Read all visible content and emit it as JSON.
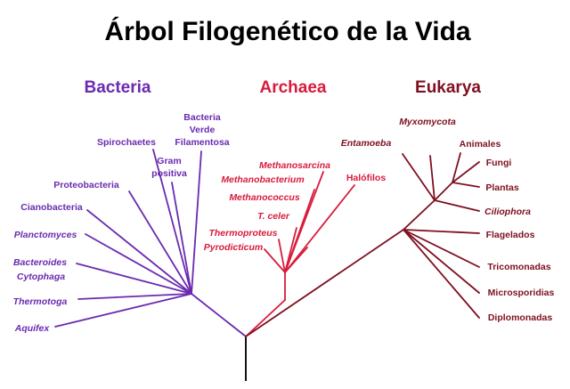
{
  "title": "Árbol Filogenético de la Vida",
  "colors": {
    "bacteria": "#6a2bb0",
    "archaea": "#d81b3c",
    "eukarya": "#7f1020",
    "trunk": "#111111"
  },
  "domains": {
    "bacteria": "Bacteria",
    "archaea": "Archaea",
    "eukarya": "Eukarya"
  },
  "bacteria": {
    "bacteria_verde_1": "Bacteria",
    "bacteria_verde_2": "Verde",
    "bacteria_verde_3": "Filamentosa",
    "spirochaetes": "Spirochaetes",
    "gram_positiva_1": "Gram",
    "gram_positiva_2": "positiva",
    "proteobacteria": "Proteobacteria",
    "cianobacteria": "Cianobacteria",
    "planctomyces": "Planctomyces",
    "bacteroides": "Bacteroides",
    "cytophaga": "Cytophaga",
    "thermotoga": "Thermotoga",
    "aquifex": "Aquifex"
  },
  "archaea": {
    "methanosarcina": "Methanosarcina",
    "methanobacterium": "Methanobacterium",
    "methanococcus": "Methanococcus",
    "t_celer": "T. celer",
    "thermoproteus": "Thermoproteus",
    "pyrodicticum": "Pyrodicticum",
    "halofilos": "Halófilos"
  },
  "eukarya": {
    "myxomycota": "Myxomycota",
    "entamoeba": "Entamoeba",
    "animales": "Animales",
    "fungi": "Fungi",
    "plantas": "Plantas",
    "ciliophora": "Ciliophora",
    "flagelados": "Flagelados",
    "tricomonadas": "Tricomonadas",
    "microsporidias": "Microsporidias",
    "diplomonadas": "Diplomonadas"
  }
}
